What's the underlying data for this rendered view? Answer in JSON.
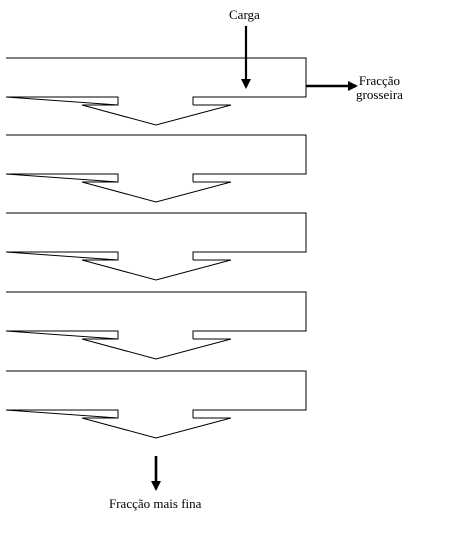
{
  "diagram": {
    "labels": {
      "charge": "Carga",
      "coarse_fraction_line1": "Fracção",
      "coarse_fraction_line2": "grosseira",
      "finest_fraction": "Fracção mais fina"
    },
    "stage_count": 5,
    "stroke_color": "#000000",
    "fill_color": "#ffffff"
  }
}
